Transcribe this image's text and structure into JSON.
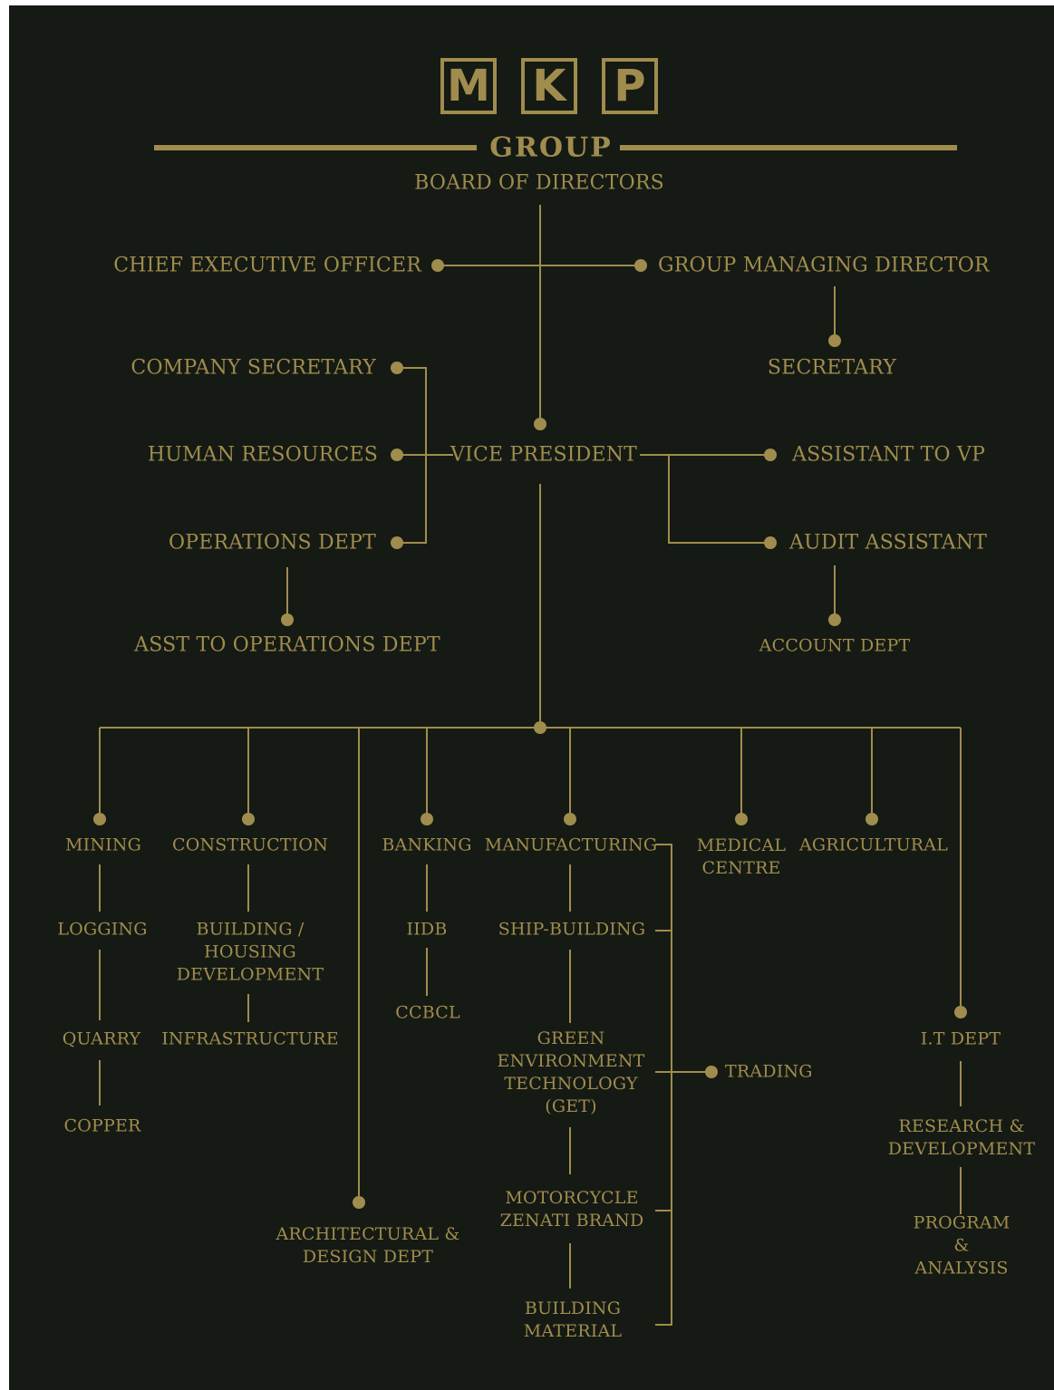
{
  "logo": {
    "letters": [
      "M",
      "K",
      "P"
    ],
    "word": "GROUP"
  },
  "colors": {
    "background": "#151a14",
    "gold": "#a08c4d"
  },
  "nodes": {
    "board": "BOARD OF DIRECTORS",
    "ceo": "CHIEF EXECUTIVE OFFICER",
    "gmd": "GROUP MANAGING DIRECTOR",
    "secretary": "SECRETARY",
    "company_secretary": "COMPANY SECRETARY",
    "human_resources": "HUMAN RESOURCES",
    "operations_dept": "OPERATIONS DEPT",
    "asst_operations": "ASST TO OPERATIONS DEPT",
    "vice_president": "VICE PRESIDENT",
    "assistant_vp": "ASSISTANT TO VP",
    "audit_assistant": "AUDIT ASSISTANT",
    "account_dept": "ACCOUNT DEPT",
    "mining": "MINING",
    "logging": "LOGGING",
    "quarry": "QUARRY",
    "copper": "COPPER",
    "construction": "CONSTRUCTION",
    "building_housing": "BUILDING /\nHOUSING\nDEVELOPMENT",
    "infrastructure": "INFRASTRUCTURE",
    "architectural": "ARCHITECTURAL &\nDESIGN DEPT",
    "banking": "BANKING",
    "iidb": "IIDB",
    "ccbcl": "CCBCL",
    "manufacturing": "MANUFACTURING",
    "ship_building": "SHIP-BUILDING",
    "get": "GREEN\nENVIRONMENT\nTECHNOLOGY\n(GET)",
    "motorcycle": "MOTORCYCLE\nZENATI BRAND",
    "building_material": "BUILDING\nMATERIAL",
    "trading": "TRADING",
    "medical": "MEDICAL\nCENTRE",
    "agricultural": "AGRICULTURAL",
    "it_dept": "I.T DEPT",
    "research": "RESEARCH &\nDEVELOPMENT",
    "program": "PROGRAM &\nANALYSIS"
  }
}
